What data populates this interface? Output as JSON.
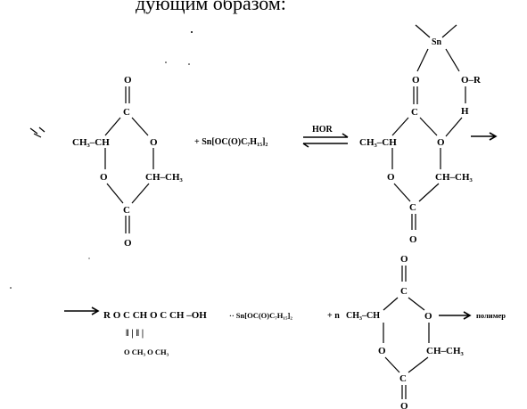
{
  "header_text": "дующим образом:",
  "lactide_left": {
    "o_top": "O",
    "c_top": "C",
    "ch3_ch": "CH₃–CH",
    "o_right": "O",
    "o_left": "O",
    "ch_ch3": "CH–CH₃",
    "c_bottom": "C",
    "o_bottom": "O"
  },
  "catalyst_text": "+ Sn[OC(O)C₇H₁₅]₂",
  "hor_label": "HOR",
  "complex": {
    "sn": "Sn",
    "o_top": "O",
    "o_r": "O–R",
    "h": "H",
    "c_top": "C",
    "ch3_ch": "CH₃–CH",
    "o_right": "O",
    "o_left": "O",
    "ch_ch3": "CH–CH₃",
    "c_bottom": "C",
    "o_bottom": "O"
  },
  "chain": {
    "r_chain": "R O C CH O C CH –OH",
    "double_bonds": "‖ |    ‖ |",
    "o_ch3": "O CH₃   O CH₃",
    "catalyst": "·· Sn[OC(O)C₇H₁₅]₂",
    "plus_n": "+ n",
    "ch3_ch": "CH₃–CH"
  },
  "lactide_bottom": {
    "o_top": "O",
    "c_top": "C",
    "o_right": "O",
    "o_left": "O",
    "ch_ch3": "CH–CH₃",
    "c_bottom": "C",
    "o_bottom": "O"
  },
  "product_label": "полимер"
}
